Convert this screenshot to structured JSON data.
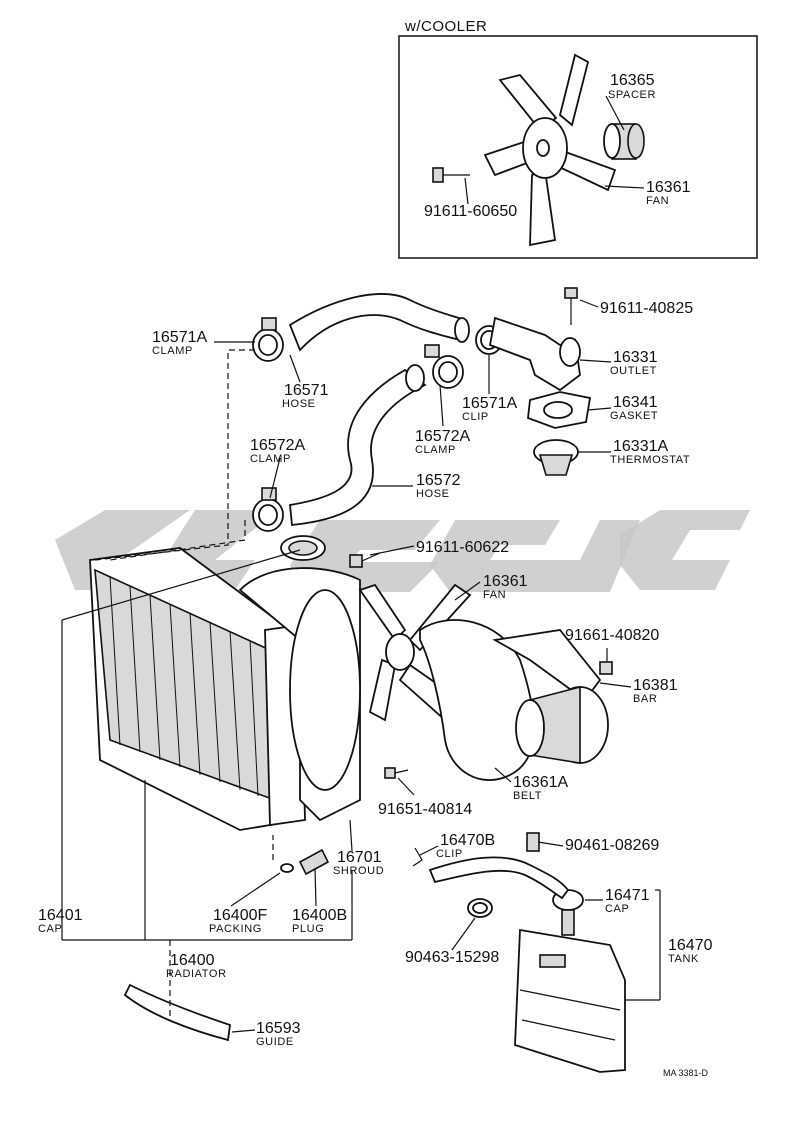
{
  "diagram": {
    "cooler_box_title": "w/COOLER",
    "drawing_number": "MA 3381-D",
    "parts": [
      {
        "number": "16365",
        "name": "SPACER"
      },
      {
        "number": "16361",
        "name": "FAN"
      },
      {
        "number": "91611-60650",
        "name": ""
      },
      {
        "number": "91611-40825",
        "name": ""
      },
      {
        "number": "16571A",
        "name": "CLAMP"
      },
      {
        "number": "16571",
        "name": "HOSE"
      },
      {
        "number": "16571A",
        "name": "CLIP"
      },
      {
        "number": "16331",
        "name": "OUTLET"
      },
      {
        "number": "16341",
        "name": "GASKET"
      },
      {
        "number": "16572A",
        "name": "CLAMP"
      },
      {
        "number": "16572A",
        "name": "CLAMP"
      },
      {
        "number": "16331A",
        "name": "THERMOSTAT"
      },
      {
        "number": "16572",
        "name": "HOSE"
      },
      {
        "number": "91611-60622",
        "name": ""
      },
      {
        "number": "16361",
        "name": "FAN"
      },
      {
        "number": "91661-40820",
        "name": ""
      },
      {
        "number": "16381",
        "name": "BAR"
      },
      {
        "number": "16361A",
        "name": "BELT"
      },
      {
        "number": "91651-40814",
        "name": ""
      },
      {
        "number": "16701",
        "name": "SHROUD"
      },
      {
        "number": "16470B",
        "name": "CLIP"
      },
      {
        "number": "90461-08269",
        "name": ""
      },
      {
        "number": "16471",
        "name": "CAP"
      },
      {
        "number": "16401",
        "name": "CAP"
      },
      {
        "number": "16400F",
        "name": "PACKING"
      },
      {
        "number": "16400B",
        "name": "PLUG"
      },
      {
        "number": "16470",
        "name": "TANK"
      },
      {
        "number": "90463-15298",
        "name": ""
      },
      {
        "number": "16400",
        "name": "RADIATOR"
      },
      {
        "number": "16593",
        "name": "GUIDE"
      }
    ]
  }
}
